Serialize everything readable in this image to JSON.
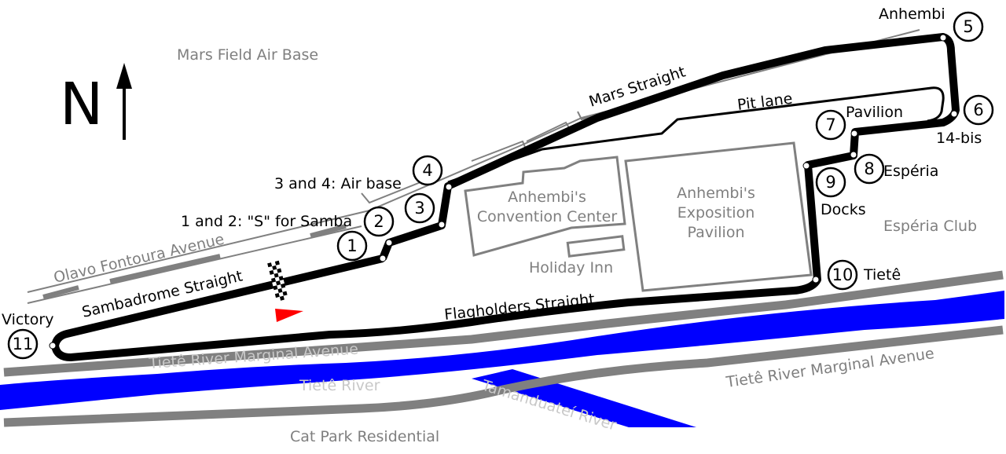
{
  "map": {
    "compass_letter": "N",
    "colors": {
      "track": "#000000",
      "road": "#808080",
      "river": "#0000ff",
      "building_outline": "#808080",
      "flag": "#ff0000",
      "label_grey": "#7f7f7f"
    },
    "areas": {
      "mars_field": "Mars Field Air Base",
      "esperia_club": "Espéria Club",
      "cat_park": "Cat Park Residential"
    },
    "buildings": {
      "convention_line1": "Anhembi's",
      "convention_line2": "Convention Center",
      "exposition_line1": "Anhembi's",
      "exposition_line2": "Exposition",
      "exposition_line3": "Pavilion",
      "holiday_inn": "Holiday Inn"
    },
    "roads": {
      "olavo": "Olavo Fontoura Avenue",
      "marginal_left": "Tietê River Marginal Avenue",
      "marginal_right": "Tietê River Marginal Avenue"
    },
    "rivers": {
      "tiete": "Tietê River",
      "tamanduatei": "Tamanduateí River"
    },
    "straights": {
      "mars": "Mars Straight",
      "pit_lane": "Pit lane",
      "sambadrome": "Sambadrome Straight",
      "flagholders": "Flagholders Straight"
    },
    "corner_groups": {
      "air_base": "3 and 4: Air base",
      "samba": "1 and 2: \"S\" for Samba"
    },
    "corners": [
      {
        "number": "1",
        "name": ""
      },
      {
        "number": "2",
        "name": ""
      },
      {
        "number": "3",
        "name": ""
      },
      {
        "number": "4",
        "name": ""
      },
      {
        "number": "5",
        "name": "Anhembi"
      },
      {
        "number": "6",
        "name": "14-bis"
      },
      {
        "number": "7",
        "name": "Pavilion"
      },
      {
        "number": "8",
        "name": "Espéria"
      },
      {
        "number": "9",
        "name": "Docks"
      },
      {
        "number": "10",
        "name": "Tietê"
      },
      {
        "number": "11",
        "name": "Victory"
      }
    ]
  }
}
